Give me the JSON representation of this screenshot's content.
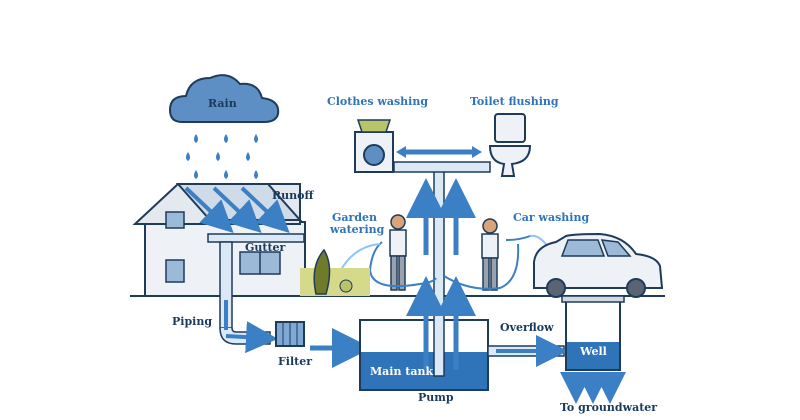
{
  "labels": {
    "rain": "Rain",
    "runoff": "Runoff",
    "gutter": "Gutter",
    "piping": "Piping",
    "filter": "Filter",
    "main_tank": "Main tank",
    "pump": "Pump",
    "overflow": "Overflow",
    "well": "Well",
    "to_groundwater": "To groundwater",
    "clothes_washing": "Clothes washing",
    "toilet_flushing": "Toilet flushing",
    "garden_watering_1": "Garden",
    "garden_watering_2": "watering",
    "car_washing": "Car washing"
  },
  "colors": {
    "water_blue": "#3b7fc4",
    "pipe_light": "#dbe8f5",
    "outline": "#1f3b5a",
    "house_wall": "#eef1f6",
    "ground": "#cfd8e3",
    "tank_water": "#2f73b8"
  }
}
